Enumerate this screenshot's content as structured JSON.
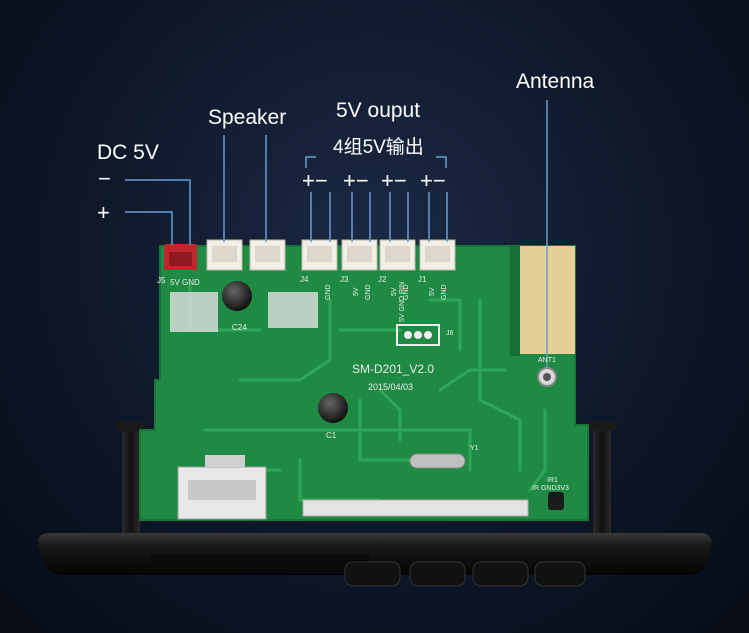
{
  "labels": {
    "dc": "DC 5V",
    "minus": "−",
    "plus": "+",
    "speaker": "Speaker",
    "output_en": "5V ouput",
    "output_cn": "4组5V输出",
    "pm_group": "+−",
    "antenna": "Antenna"
  },
  "board": {
    "model": "SM-D201_V2.0",
    "date": "2015/04/03",
    "c24": "C24",
    "c1": "C1",
    "y1": "Y1",
    "ir1": "IR1",
    "ir_pins": "IR GND3V3",
    "ant1": "ANT1",
    "j5": "J5",
    "j5_pins": "5V GND",
    "j6": "J6",
    "j6_pins": "5V GND RIN",
    "j1": "J1",
    "j2": "J2",
    "j3": "J3",
    "j4": "J4",
    "gnd": "GND",
    "v5": "5V"
  },
  "colors": {
    "pcb": "#1f8a43",
    "pcb_dark": "#167036",
    "trace": "#28a052",
    "silk": "#e8efe8",
    "antenna": "#e6cf95",
    "faceplate": "#141414",
    "connector": "#f2efe6",
    "dc_jack": "#c0262b",
    "leader": "#6a9bd0"
  }
}
